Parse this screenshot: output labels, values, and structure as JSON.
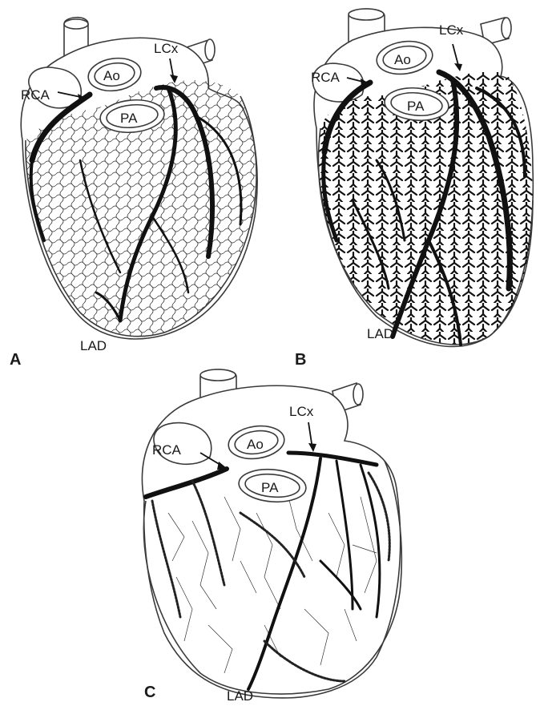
{
  "panels": [
    {
      "letter": "A",
      "labels": {
        "ao": "Ao",
        "pa": "PA",
        "rca": "RCA",
        "lcx": "LCx",
        "lad": "LAD"
      }
    },
    {
      "letter": "B",
      "labels": {
        "ao": "Ao",
        "pa": "PA",
        "rca": "RCA",
        "lcx": "LCx",
        "lad": "LAD"
      }
    },
    {
      "letter": "C",
      "labels": {
        "ao": "Ao",
        "pa": "PA",
        "rca": "RCA",
        "lcx": "LCx",
        "lad": "LAD"
      }
    }
  ]
}
